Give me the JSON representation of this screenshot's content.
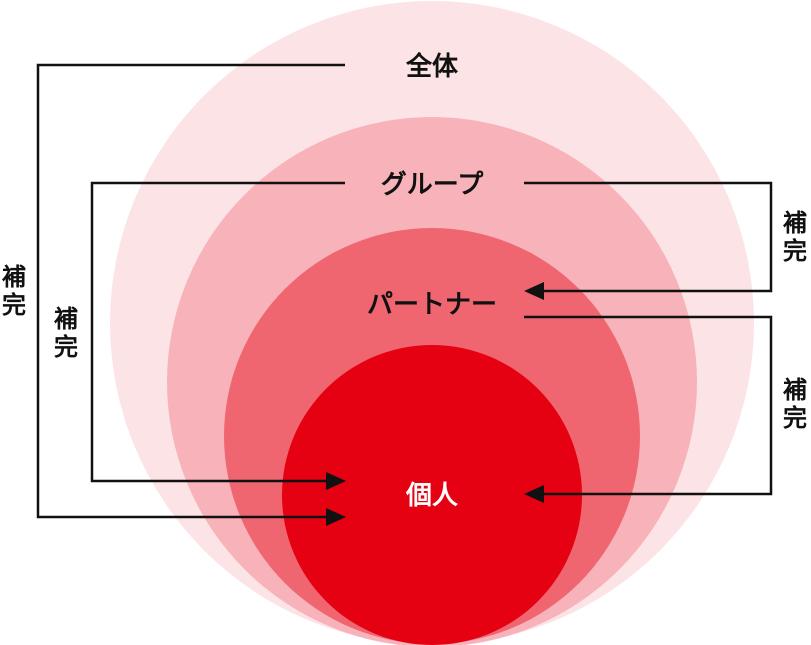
{
  "colors": {
    "outer": "#fce4e6",
    "group": "#f7b3b9",
    "partner": "#ef6671",
    "individual": "#e50012",
    "line": "#111111",
    "label": "#111111",
    "label_inverse": "#ffffff"
  },
  "labels": {
    "whole": "全体",
    "group": "グループ",
    "partner": "パートナー",
    "individual": "個人"
  },
  "connectors": {
    "whole_to_individual": [
      "補",
      "完"
    ],
    "group_to_individual": [
      "補",
      "完"
    ],
    "group_to_partner": [
      "補",
      "完"
    ],
    "partner_to_individual": [
      "補",
      "完"
    ]
  }
}
